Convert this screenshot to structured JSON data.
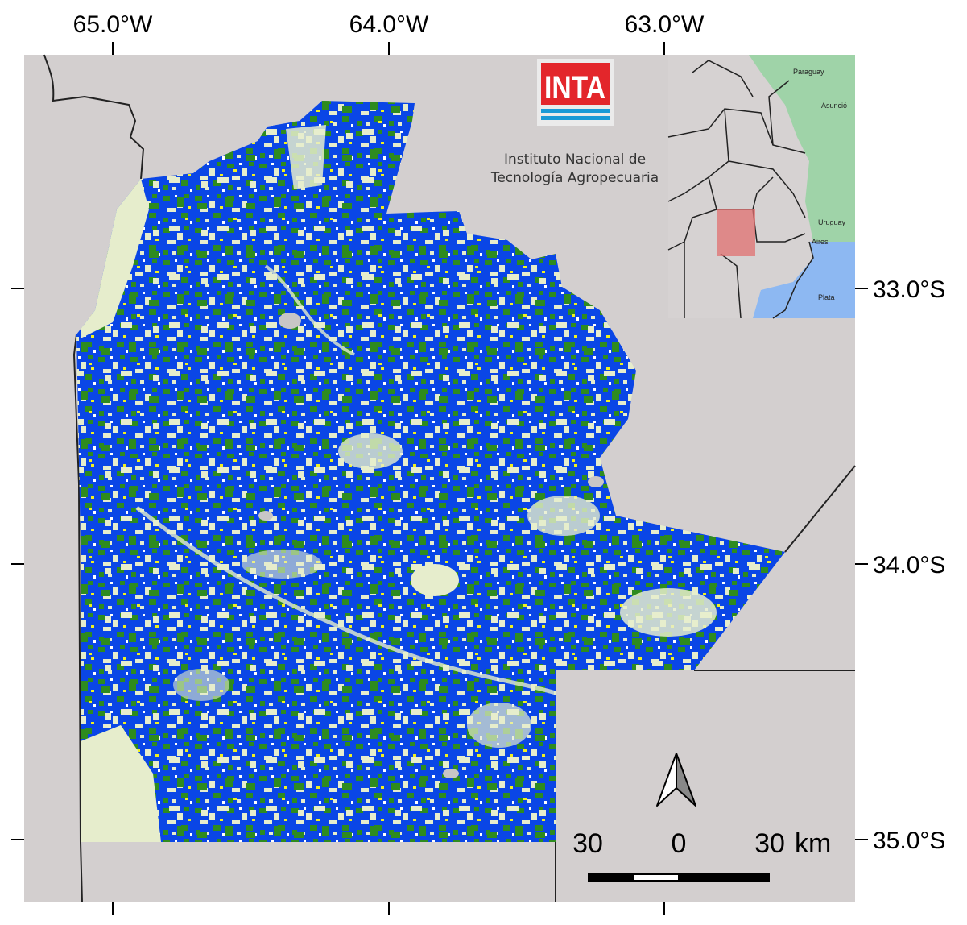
{
  "axes": {
    "top_ticks": [
      "65.0°W",
      "64.0°W",
      "63.0°W"
    ],
    "right_ticks": [
      "33.0°S",
      "34.0°S",
      "35.0°S"
    ]
  },
  "logo": {
    "acronym": "INTA",
    "line1": "Instituto Nacional de",
    "line2": "Tecnología Agropecuaria"
  },
  "inset": {
    "labels": [
      "Paraguay",
      "Asunció",
      "Uruguay",
      "Aires",
      "Plata"
    ]
  },
  "scale_bar": {
    "left": "30",
    "center": "0",
    "right": "30",
    "unit": "km"
  },
  "colors": {
    "background": "#d3cfcf",
    "blue_class": "#0a46e6",
    "green_class": "#2e8b1f",
    "yellow_class": "#f0f020",
    "other_class": "#e6edcc",
    "logo_red": "#e3262b",
    "logo_blue": "#1b9ad6",
    "highlight": "#e07070"
  }
}
